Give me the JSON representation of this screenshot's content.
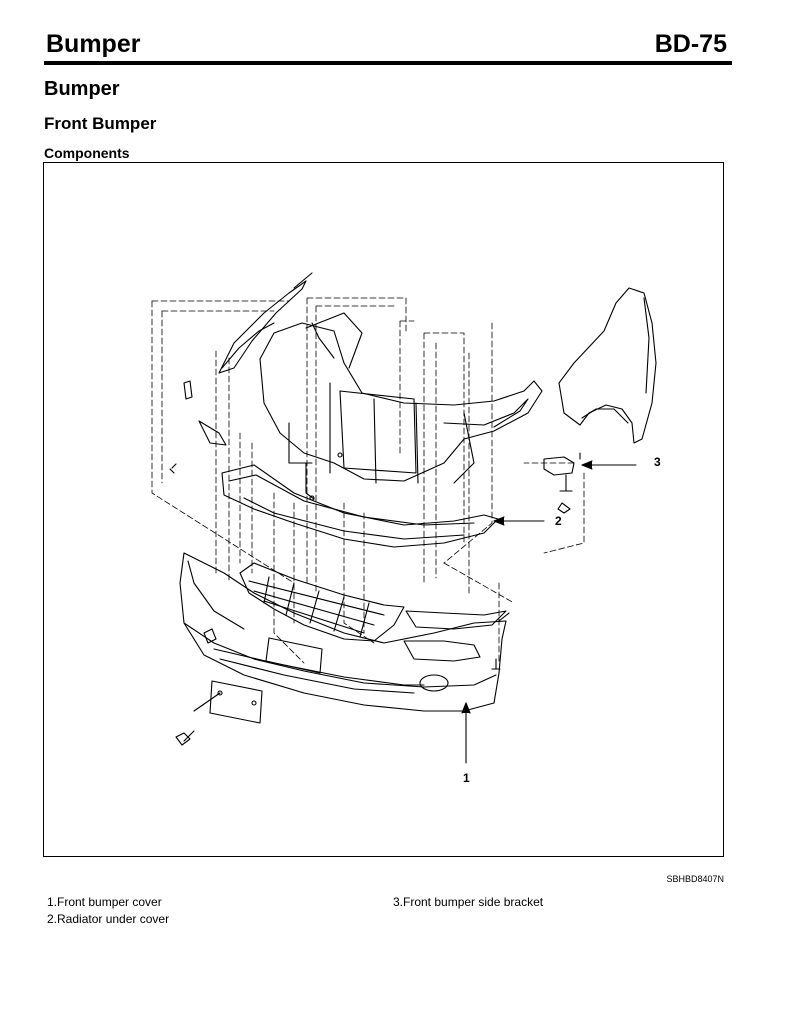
{
  "header": {
    "title": "Bumper",
    "page_number": "BD-75"
  },
  "section": {
    "title": "Bumper",
    "subtitle": "Front Bumper",
    "heading": "Components"
  },
  "figure": {
    "callouts": [
      "1",
      "2",
      "3"
    ],
    "code": "SBHBD8407N"
  },
  "legend": [
    "1.Front bumper cover",
    "2.Radiator under cover",
    "3.Front bumper side bracket"
  ]
}
